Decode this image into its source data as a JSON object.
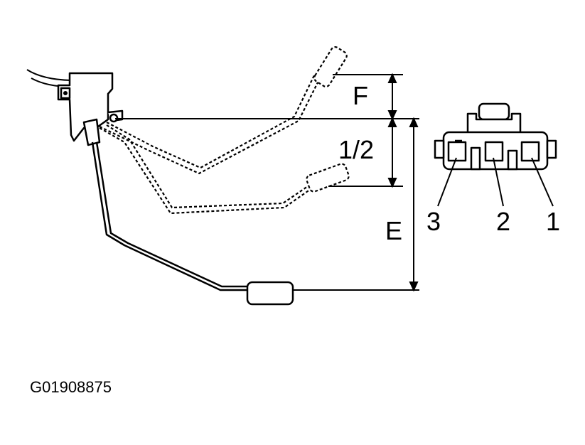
{
  "labels": {
    "full": "F",
    "half": "1/2",
    "empty": "E"
  },
  "connector": {
    "pins": [
      "3",
      "2",
      "1"
    ]
  },
  "figure_id": "G01908875",
  "colors": {
    "ink": "#000000",
    "background": "#ffffff"
  }
}
